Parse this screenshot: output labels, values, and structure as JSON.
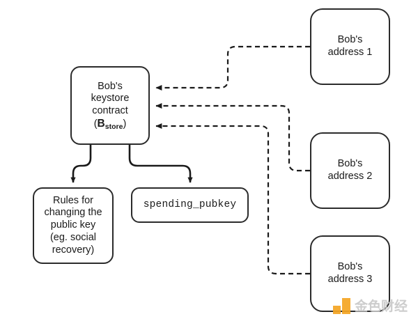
{
  "diagram": {
    "title": "Bob's keystore contract and addresses",
    "background_color": "#ffffff",
    "stroke_color": "#2b2b2b",
    "nodes": {
      "keystore": {
        "line1": "Bob's",
        "line2": "keystore",
        "line3": "contract",
        "symbol_open": "(",
        "symbol_base": "B",
        "symbol_subscript": "store",
        "symbol_close": ")"
      },
      "rules": {
        "label": "Rules for\nchanging the\npublic key\n(eg. social\nrecovery)"
      },
      "spending": {
        "label": "spending_pubkey"
      },
      "address1": {
        "label": "Bob's\naddress 1"
      },
      "address2": {
        "label": "Bob's\naddress 2"
      },
      "address3": {
        "label": "Bob's\naddress 3"
      }
    },
    "watermark": {
      "text": "金色财经",
      "accent_color": "#f5a623",
      "text_color": "#c9c9c9"
    }
  }
}
